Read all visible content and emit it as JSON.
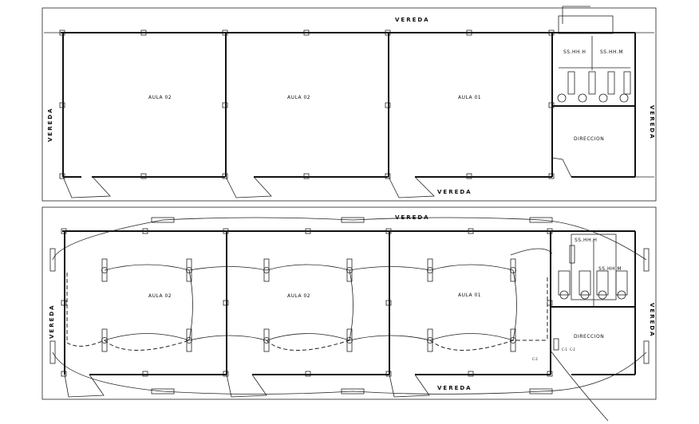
{
  "plan_top": {
    "walkway_top": "VEREDA",
    "walkway_bottom": "VEREDA",
    "walkway_left": "VEREDA",
    "walkway_right": "VEREDA",
    "rooms": [
      "AULA 02",
      "AULA 02",
      "AULA 01"
    ],
    "toilets_a": "SS.HH.H",
    "toilets_b": "SS.HH.M",
    "office": "DIRECCION"
  },
  "plan_bottom": {
    "walkway_top": "VEREDA",
    "walkway_bottom": "VEREDA",
    "walkway_left": "VEREDA",
    "walkway_right": "VEREDA",
    "rooms": [
      "AULA 02",
      "AULA 02",
      "AULA 01"
    ],
    "toilets_a": "SS.HH.H",
    "toilets_b": "SS.HH.M",
    "office": "DIRECCION",
    "circuit_a": "C-1",
    "circuit_b": "C-2",
    "circuit_c": "C-2"
  }
}
